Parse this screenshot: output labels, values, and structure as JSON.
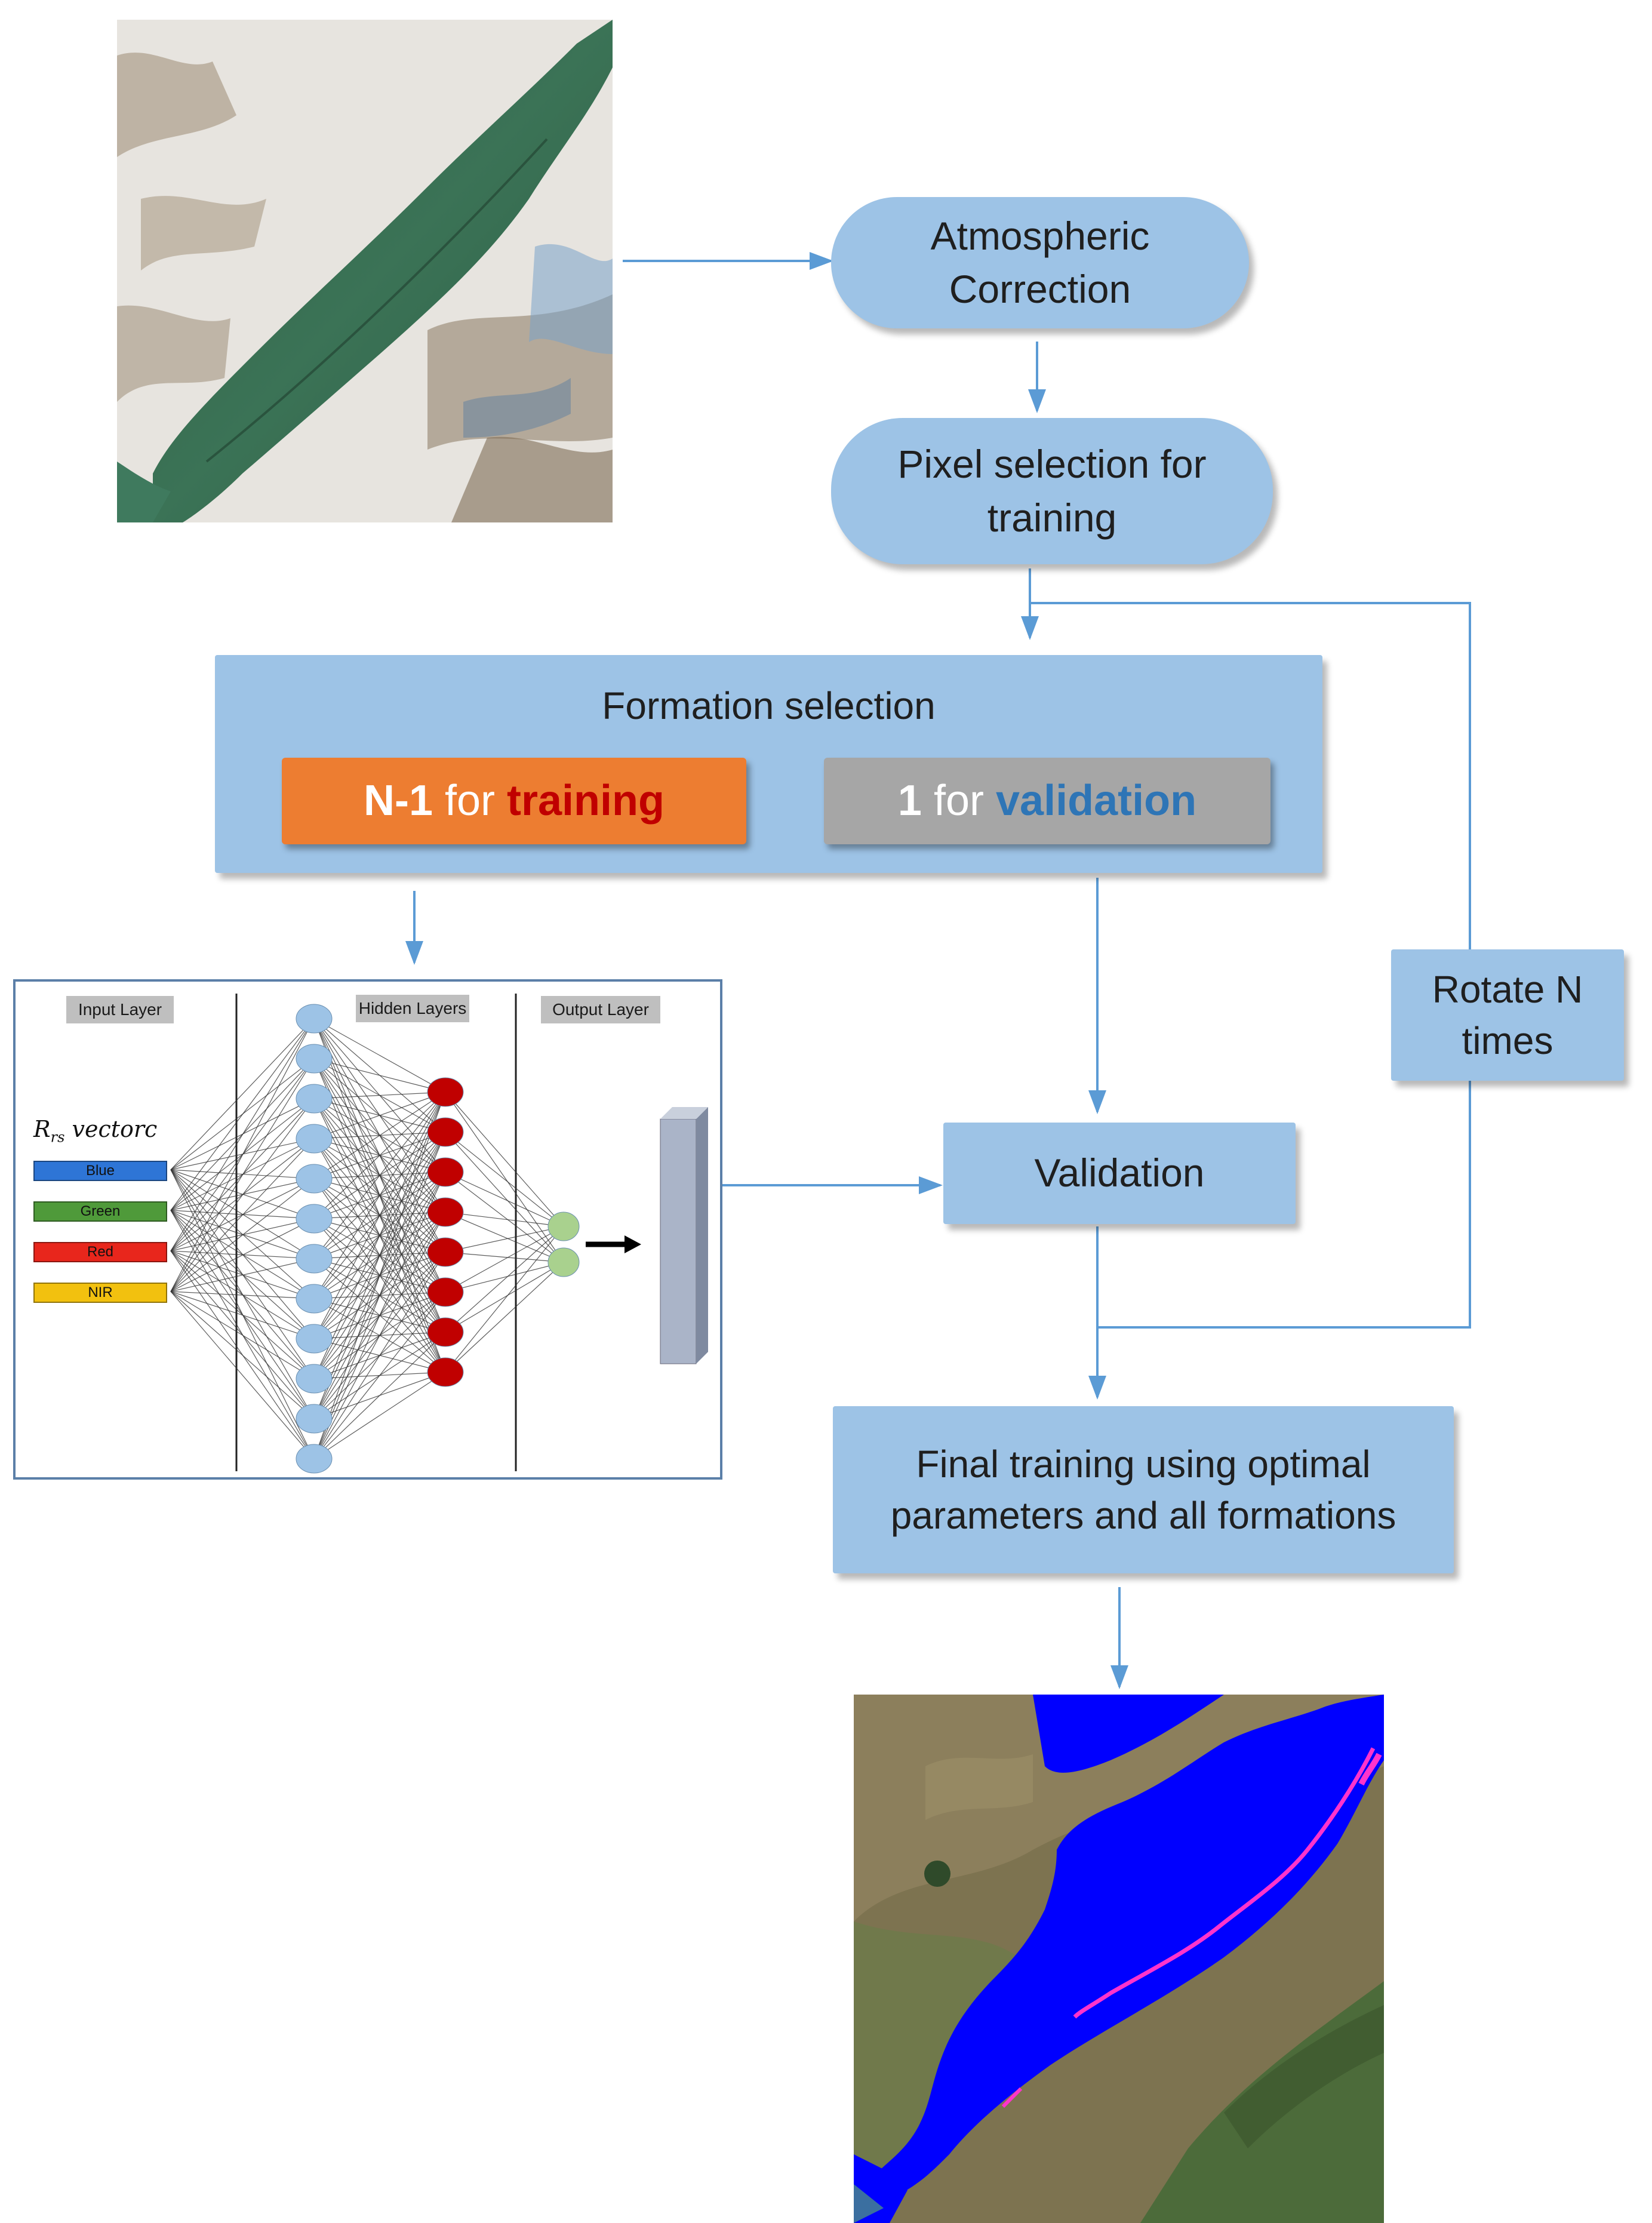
{
  "flow": {
    "atmospheric_correction": "Atmospheric Correction",
    "pixel_selection": "Pixel selection for training",
    "formation_selection": "Formation selection",
    "n1_training": {
      "prefix": "N-1",
      "middle": " for ",
      "suffix": "training"
    },
    "one_validation": {
      "prefix": "1",
      "middle": " for ",
      "suffix": "validation"
    },
    "validation": "Validation",
    "rotate": "Rotate N times",
    "final_training": "Final training using optimal parameters and all formations"
  },
  "network": {
    "input_layer": "Input Layer",
    "hidden_layers": "Hidden Layers",
    "output_layer": "Output Layer",
    "rrs_label": "R",
    "rrs_sub": "rs",
    "rrs_suffix": " vectorc",
    "bands": [
      {
        "label": "Blue",
        "color": "#2e75d6"
      },
      {
        "label": "Green",
        "color": "#4f9a3a"
      },
      {
        "label": "Red",
        "color": "#e8261c"
      },
      {
        "label": "NIR",
        "color": "#f2c10f"
      }
    ]
  },
  "colors": {
    "box_fill": "#9dc3e6",
    "arrow": "#5b9bd5",
    "n1_fill": "#ed7d31",
    "one_fill": "#a6a6a6",
    "training_text": "#c00000",
    "validation_text": "#2e75b6",
    "water_mask": "#0000ff",
    "mask_edge": "#ff33cc"
  }
}
